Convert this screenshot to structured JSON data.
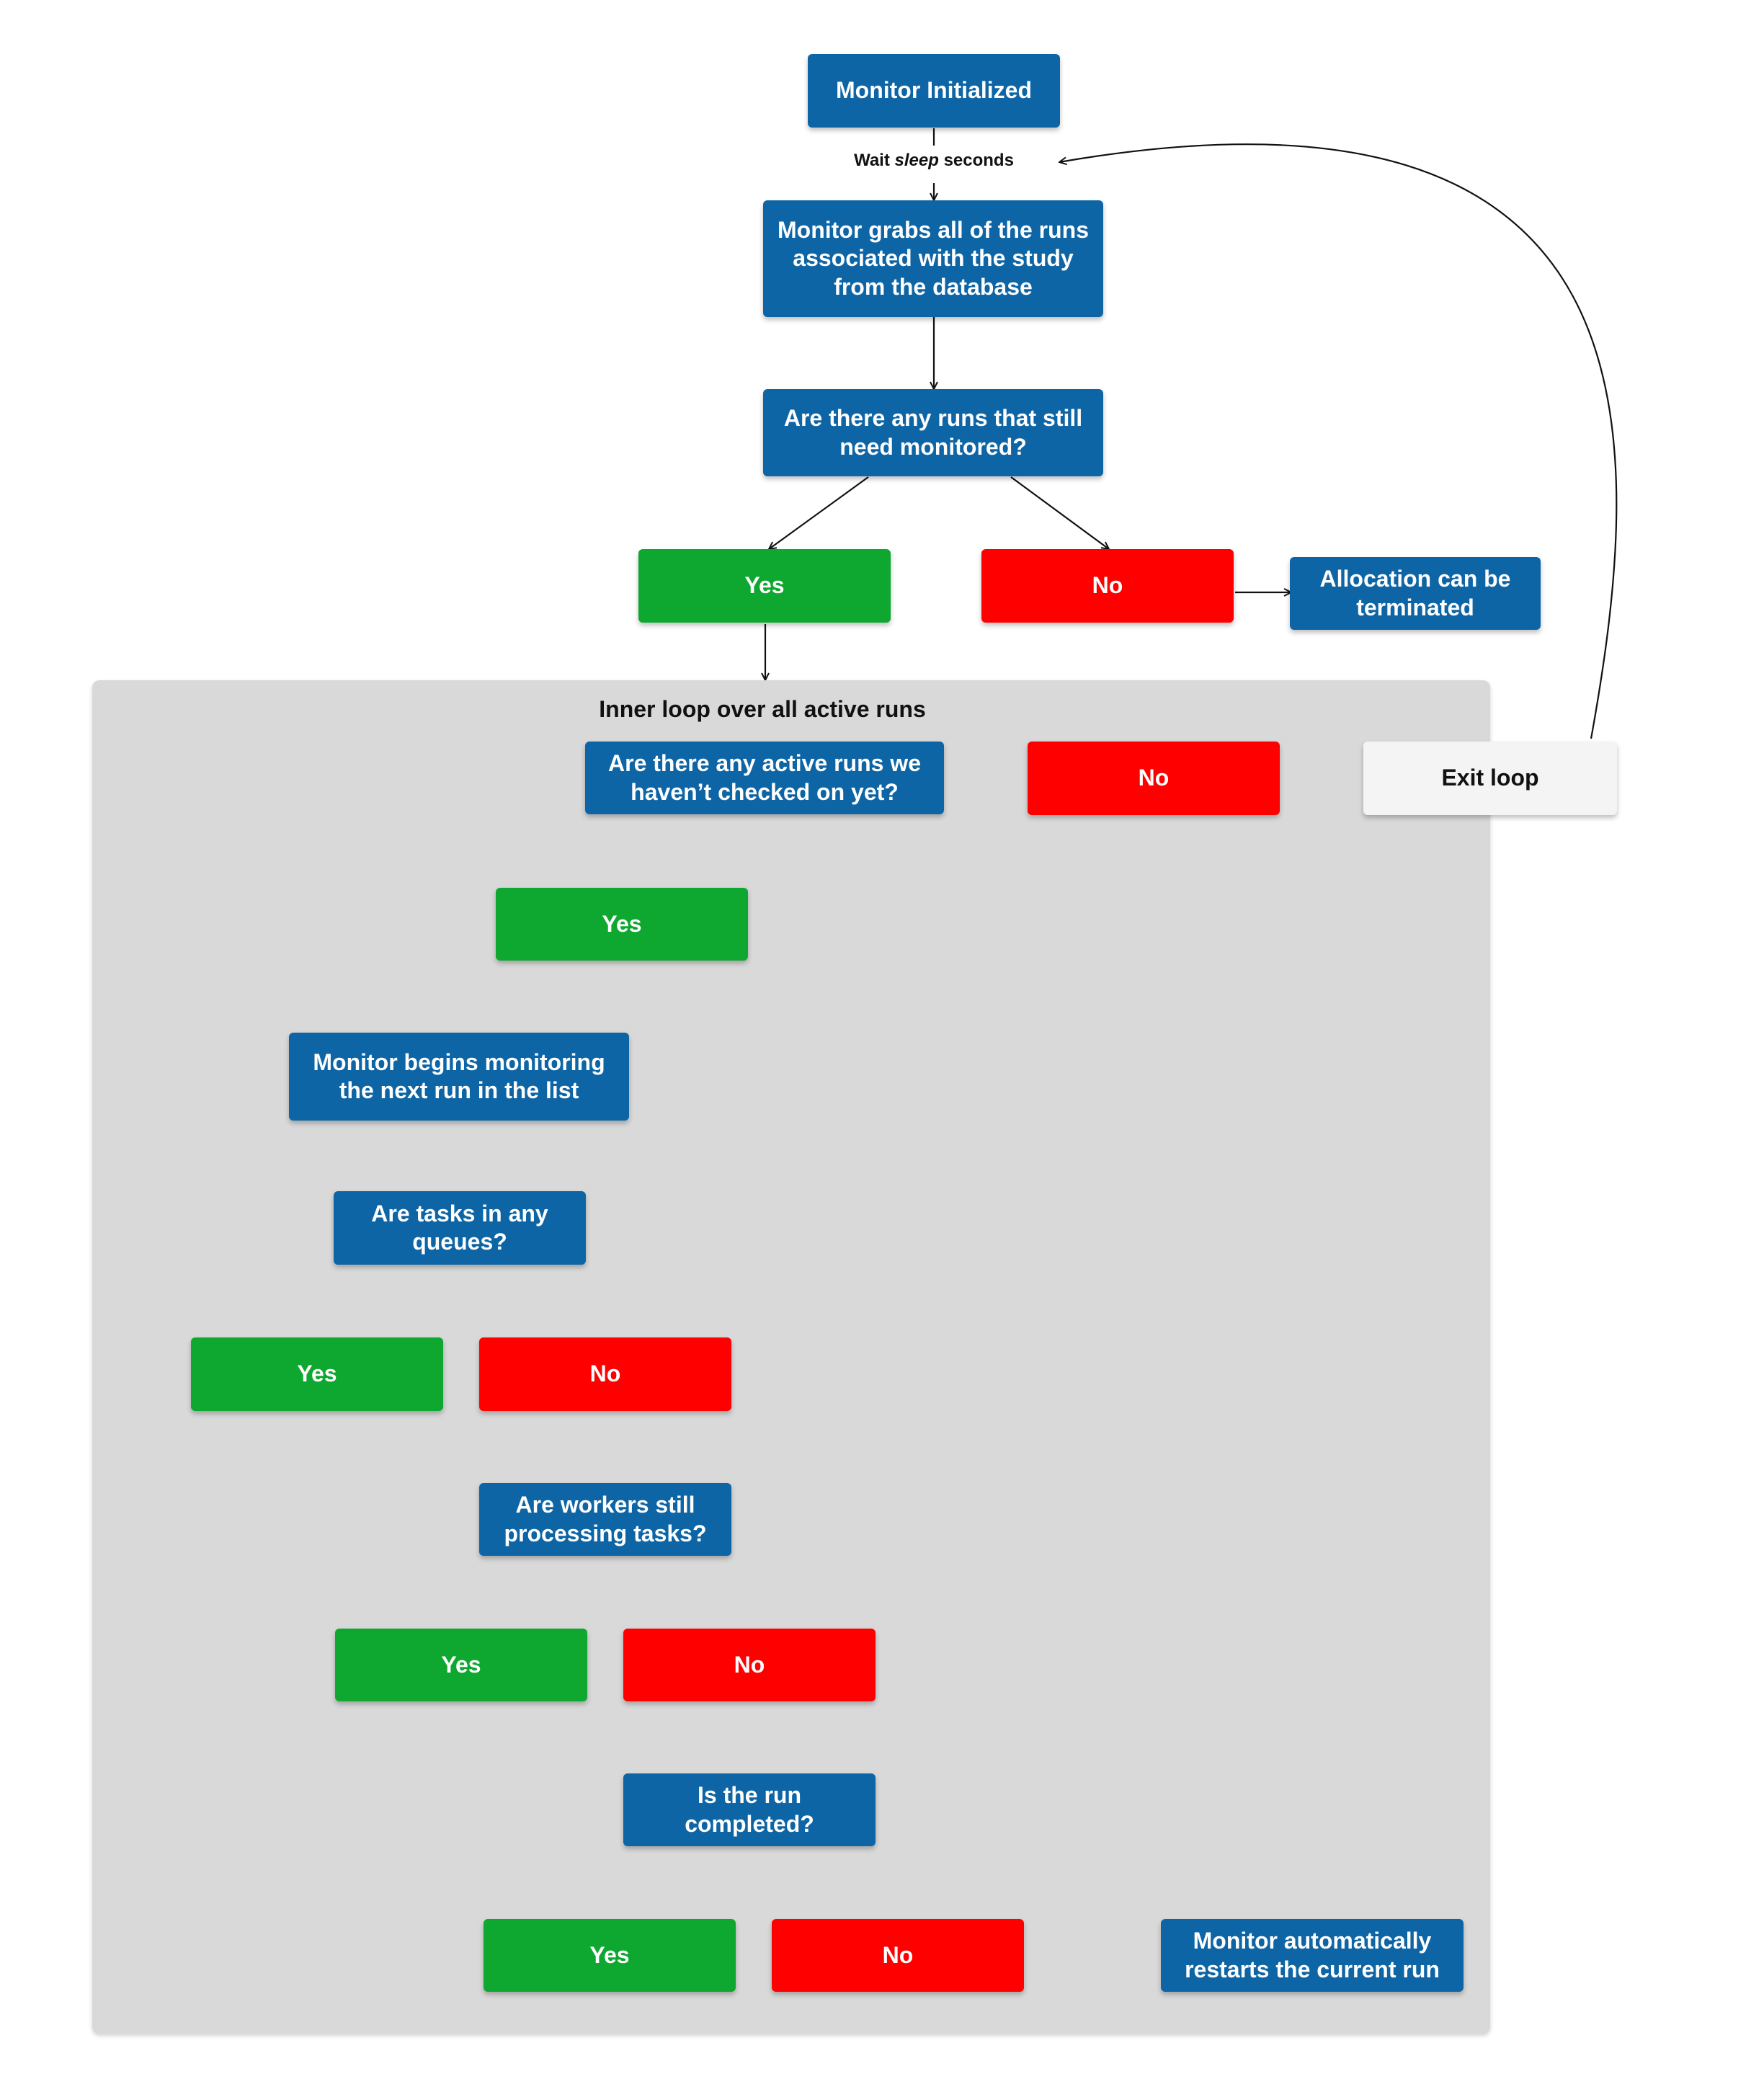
{
  "diagram": {
    "group_title": "Inner loop over all active runs",
    "wait_label": {
      "prefix": "Wait",
      "emphasis": "sleep",
      "suffix": "seconds"
    },
    "nodes": {
      "monitor_initialized": "Monitor Initialized",
      "grab_runs": "Monitor grabs all of the runs associated with the study from the database",
      "runs_need_monitoring": "Are there any runs that still need monitored?",
      "yes_runs": "Yes",
      "no_runs": "No",
      "allocation_terminated": "Allocation can be terminated",
      "active_runs_unchecked": "Are there any active runs we haven’t checked on yet?",
      "no_active": "No",
      "exit_loop": "Exit loop",
      "yes_active": "Yes",
      "begin_monitoring": "Monitor begins monitoring the next run in the  list",
      "tasks_in_queues": "Are tasks in any queues?",
      "yes_tasks": "Yes",
      "no_tasks": "No",
      "workers_processing": "Are workers still processing tasks?",
      "yes_workers": "Yes",
      "no_workers": "No",
      "run_completed": "Is the run completed?",
      "yes_completed": "Yes",
      "no_completed": "No",
      "restart_run": "Monitor automatically restarts the current run"
    },
    "colors": {
      "process": "#0e65a5",
      "yes": "#0ea72f",
      "no": "#ff0000",
      "exit": "#f4f4f4",
      "group": "#d9d9d9",
      "line": "#111111"
    }
  }
}
